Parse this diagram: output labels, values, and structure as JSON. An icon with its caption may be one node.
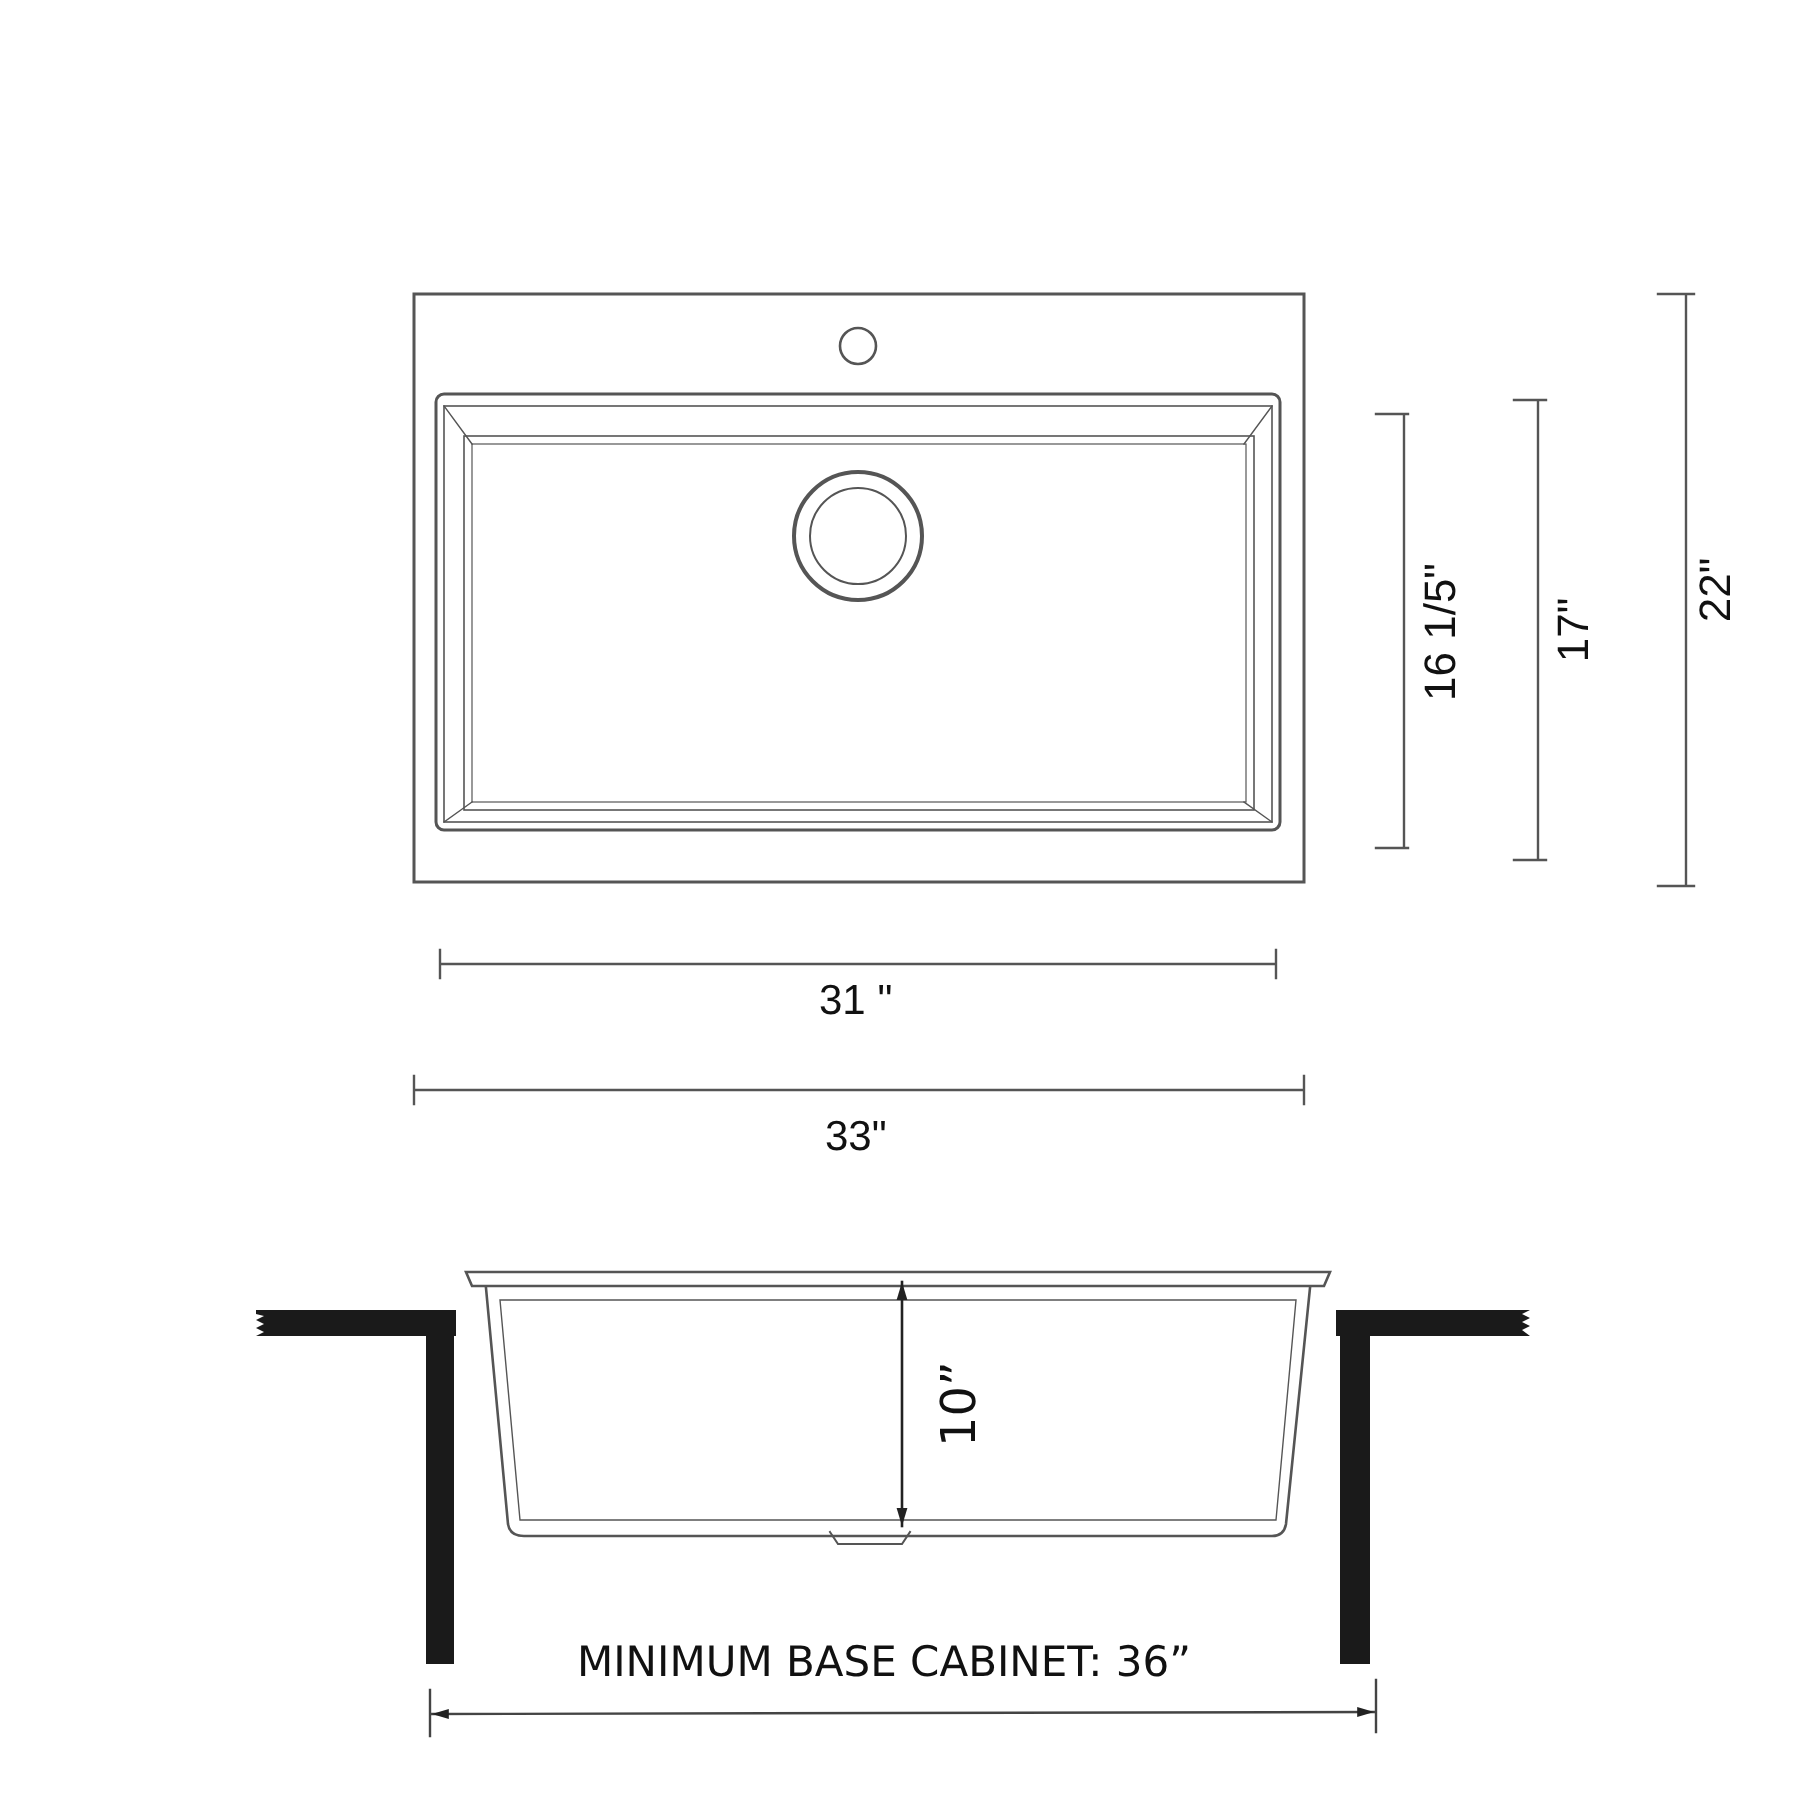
{
  "diagram": {
    "labels": [
      "16 1/5\"",
      "17\"",
      "22\"",
      "31 \"",
      "33\"",
      "10”",
      "MINIMUM BASE CABINET: 36”"
    ]
  }
}
